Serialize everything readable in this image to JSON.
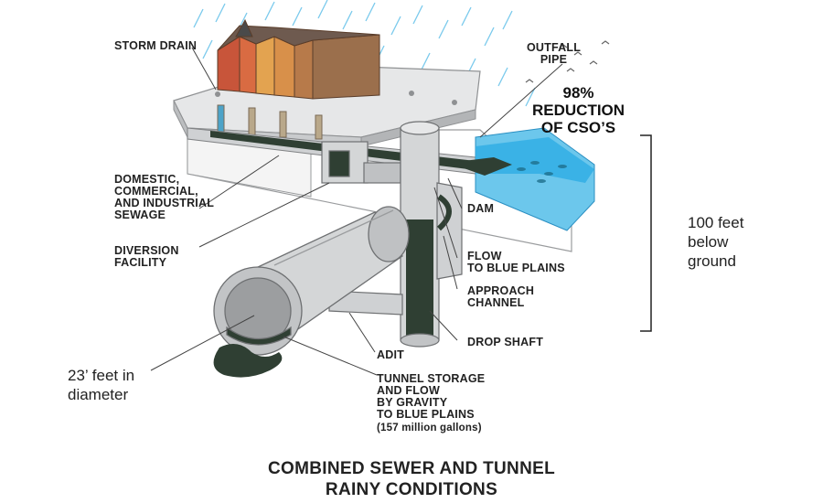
{
  "labels": {
    "storm_drain": "STORM DRAIN",
    "outfall_pipe": "OUTFALL\nPIPE",
    "reduction": "98%\nREDUCTION\nOF CSO’S",
    "sewage": "DOMESTIC,\nCOMMERCIAL,\nAND INDUSTRIAL\nSEWAGE",
    "dam": "DAM",
    "diversion": "DIVERSION\nFACILITY",
    "flow_blue_plains": "FLOW\nTO BLUE PLAINS",
    "approach_channel": "APPROACH\nCHANNEL",
    "drop_shaft": "DROP SHAFT",
    "adit": "ADIT",
    "tunnel_storage": "TUNNEL STORAGE\nAND FLOW\nBY GRAVITY\nTO BLUE PLAINS",
    "tunnel_volume": "(157 million gallons)",
    "depth": "100 feet\nbelow\nground",
    "diameter": "23’ feet in\ndiameter"
  },
  "title": {
    "line1": "COMBINED SEWER AND TUNNEL",
    "line2": "RAINY CONDITIONS"
  },
  "colors": {
    "water": "#2aa8e0",
    "sewage": "#2f3f33",
    "concrete": "#d4d6d7",
    "slab": "#e6e7e8"
  }
}
